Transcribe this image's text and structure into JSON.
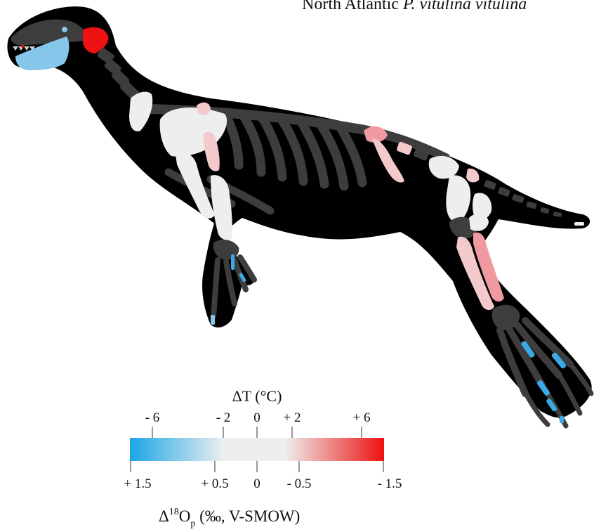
{
  "title": {
    "prefix": "North Atlantic ",
    "species_italic": "P. vitulina vitulina"
  },
  "colorbar": {
    "top_axis_label": "ΔT (°C)",
    "top_ticks": [
      "- 6",
      "- 2",
      "0",
      "+ 2",
      "+ 6"
    ],
    "bottom_ticks": [
      "+ 1.5",
      "+ 0.5",
      "0",
      "- 0.5",
      "- 1.5"
    ],
    "bottom_axis_label_main": "Δ",
    "bottom_axis_label_sup": "18",
    "bottom_axis_label_O": "O",
    "bottom_axis_label_sub": "p",
    "bottom_axis_label_rest": " (‰, V-SMOW)",
    "colors": {
      "cold": "#1aa6e8",
      "neutral": "#eeeeee",
      "warm": "#ee1111"
    }
  },
  "figure": {
    "subject": "seal skeleton diagram",
    "body_color": "#000000",
    "bone_color_default": "#3d3d3d",
    "bone_color_neutral": "#eeeeee",
    "bone_color_light_warm": "#f4c9cb",
    "bone_color_medium_warm": "#ee9aa0",
    "bone_color_cold": "#86c6ea",
    "bone_color_strong_warm": "#ee1111",
    "bone_color_strong_cold": "#3aa9e6"
  }
}
